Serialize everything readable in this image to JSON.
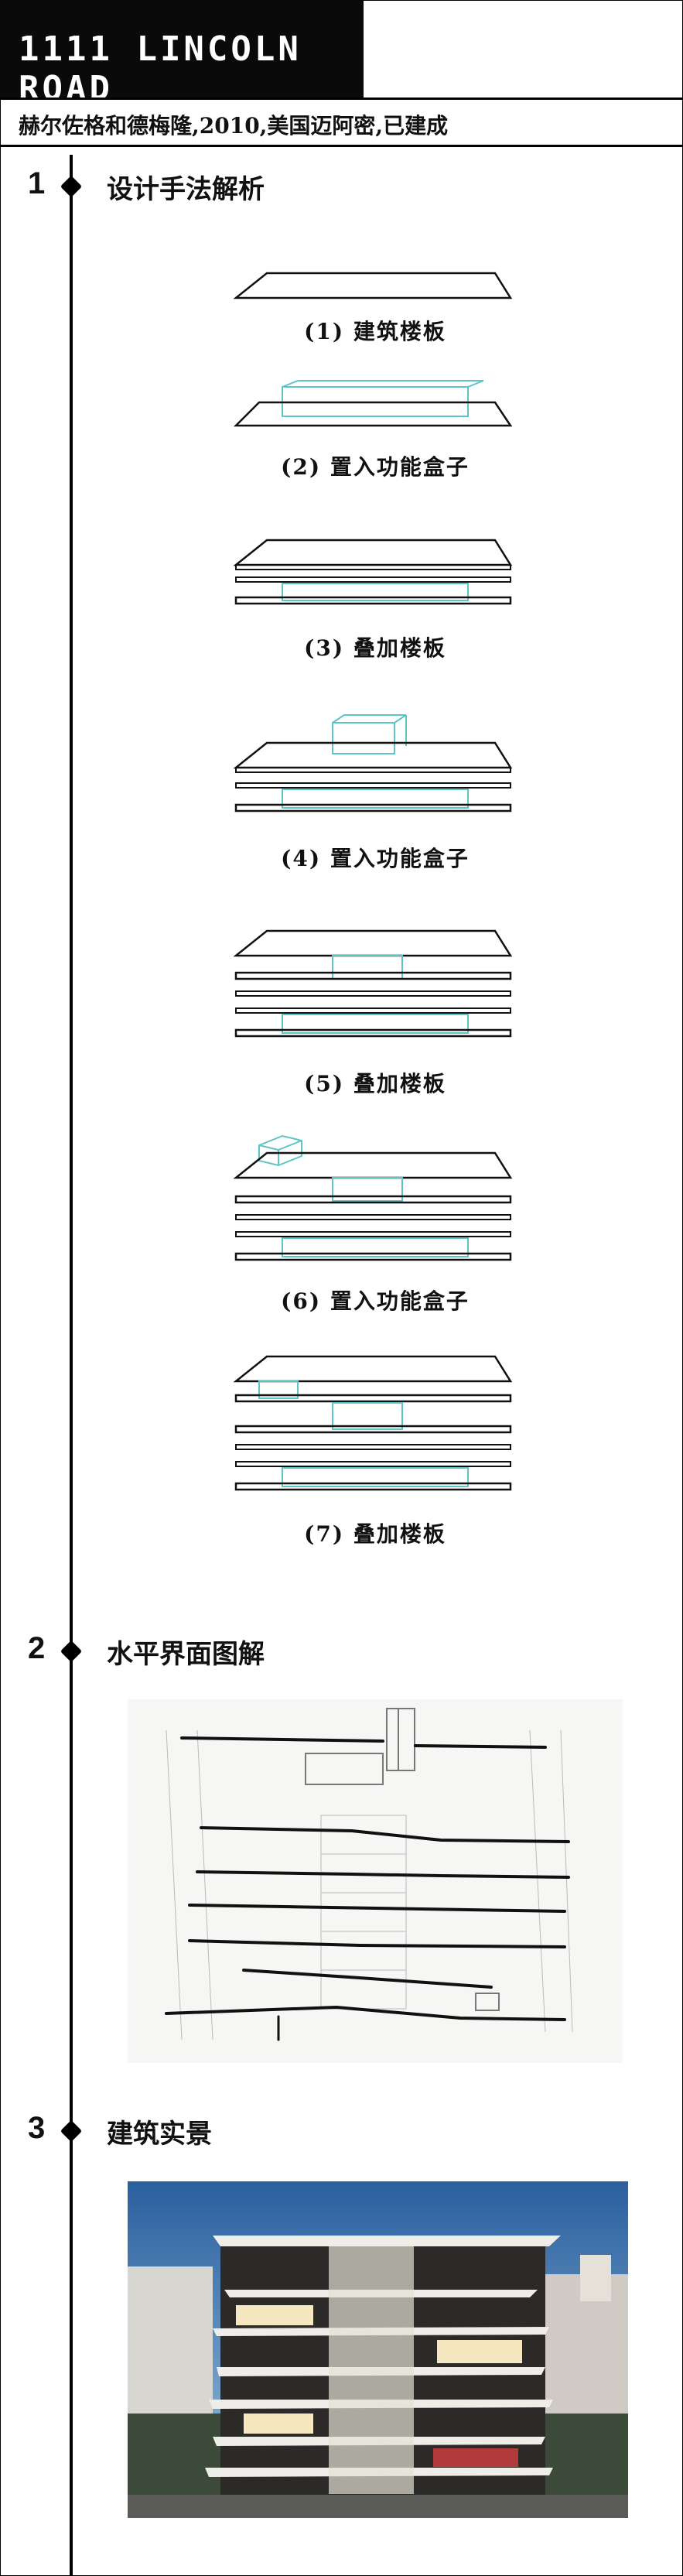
{
  "header": {
    "title": "1111 LINCOLN ROAD",
    "subtitle": "赫尔佐格和德梅隆,2010,美国迈阿密,已建成"
  },
  "sections": [
    {
      "number": "1",
      "label": "设计手法解析"
    },
    {
      "number": "2",
      "label": "水平界面图解"
    },
    {
      "number": "3",
      "label": "建筑实景"
    }
  ],
  "steps": [
    {
      "caption": "(1) 建筑楼板"
    },
    {
      "caption": "(2) 置入功能盒子"
    },
    {
      "caption": "(3) 叠加楼板"
    },
    {
      "caption": "(4) 置入功能盒子"
    },
    {
      "caption": "(5) 叠加楼板"
    },
    {
      "caption": "(6) 置入功能盒子"
    },
    {
      "caption": "(7) 叠加楼板"
    }
  ],
  "colors": {
    "accent": "#5fc4c4",
    "line": "#111111"
  }
}
